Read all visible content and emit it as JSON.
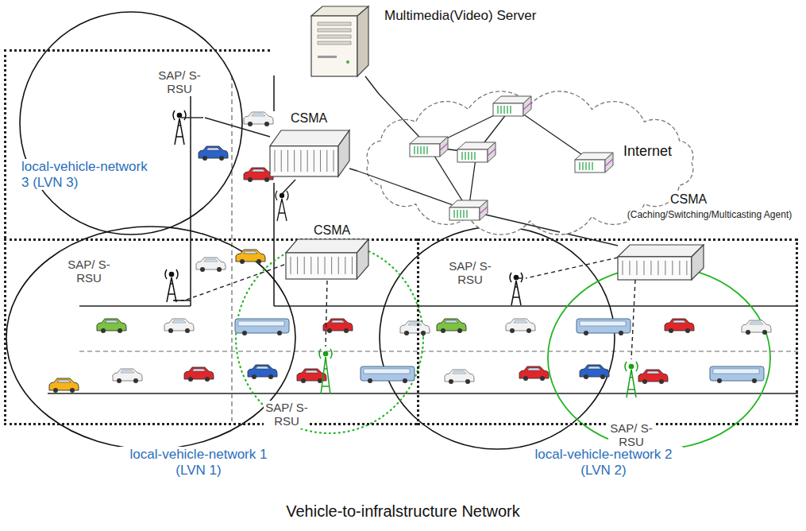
{
  "diagram": {
    "caption": "Vehicle-to-infralstructure Network",
    "nodes": [
      {
        "text": [
          "Multimedia(Video) Server"
        ]
      },
      {
        "text": [
          "Internet"
        ]
      },
      {
        "text": [
          "local-vehicle-network 3 (LVN 3)"
        ]
      },
      {
        "text": [
          "SAP/ S-RSU"
        ],
        "in": 2
      },
      {
        "text": [
          "CSMA"
        ]
      },
      {
        "text": [
          "CSMA"
        ]
      },
      {
        "text": [
          "CSMA",
          "(Caching/Switching/Multicasting Agent)"
        ]
      },
      {
        "text": [
          "local-vehicle-network 1 (LVN 1)"
        ]
      },
      {
        "text": [
          "SAP/ S-RSU"
        ],
        "in": 7
      },
      {
        "text": [
          "SAP/ S-RSU"
        ],
        "in": 7
      },
      {
        "text": [
          "local-vehicle-network 2 (LVN 2)"
        ]
      },
      {
        "text": [
          "SAP/ S-RSU"
        ],
        "in": 10
      },
      {
        "text": [
          "SAP/ S-RSU"
        ],
        "in": 10
      }
    ],
    "edges": [
      {
        "from": 0,
        "to": 1,
        "arrow": "none"
      },
      {
        "from": 4,
        "to": 1,
        "arrow": "none"
      },
      {
        "from": 1,
        "to": 6,
        "arrow": "none"
      },
      {
        "from": 4,
        "to": 3,
        "arrow": "none"
      },
      {
        "from": 5,
        "to": 8,
        "arrow": "none"
      },
      {
        "from": 5,
        "to": 9,
        "arrow": "none"
      },
      {
        "from": 6,
        "to": 11,
        "arrow": "none"
      },
      {
        "from": 6,
        "to": 12,
        "arrow": "none"
      }
    ]
  }
}
